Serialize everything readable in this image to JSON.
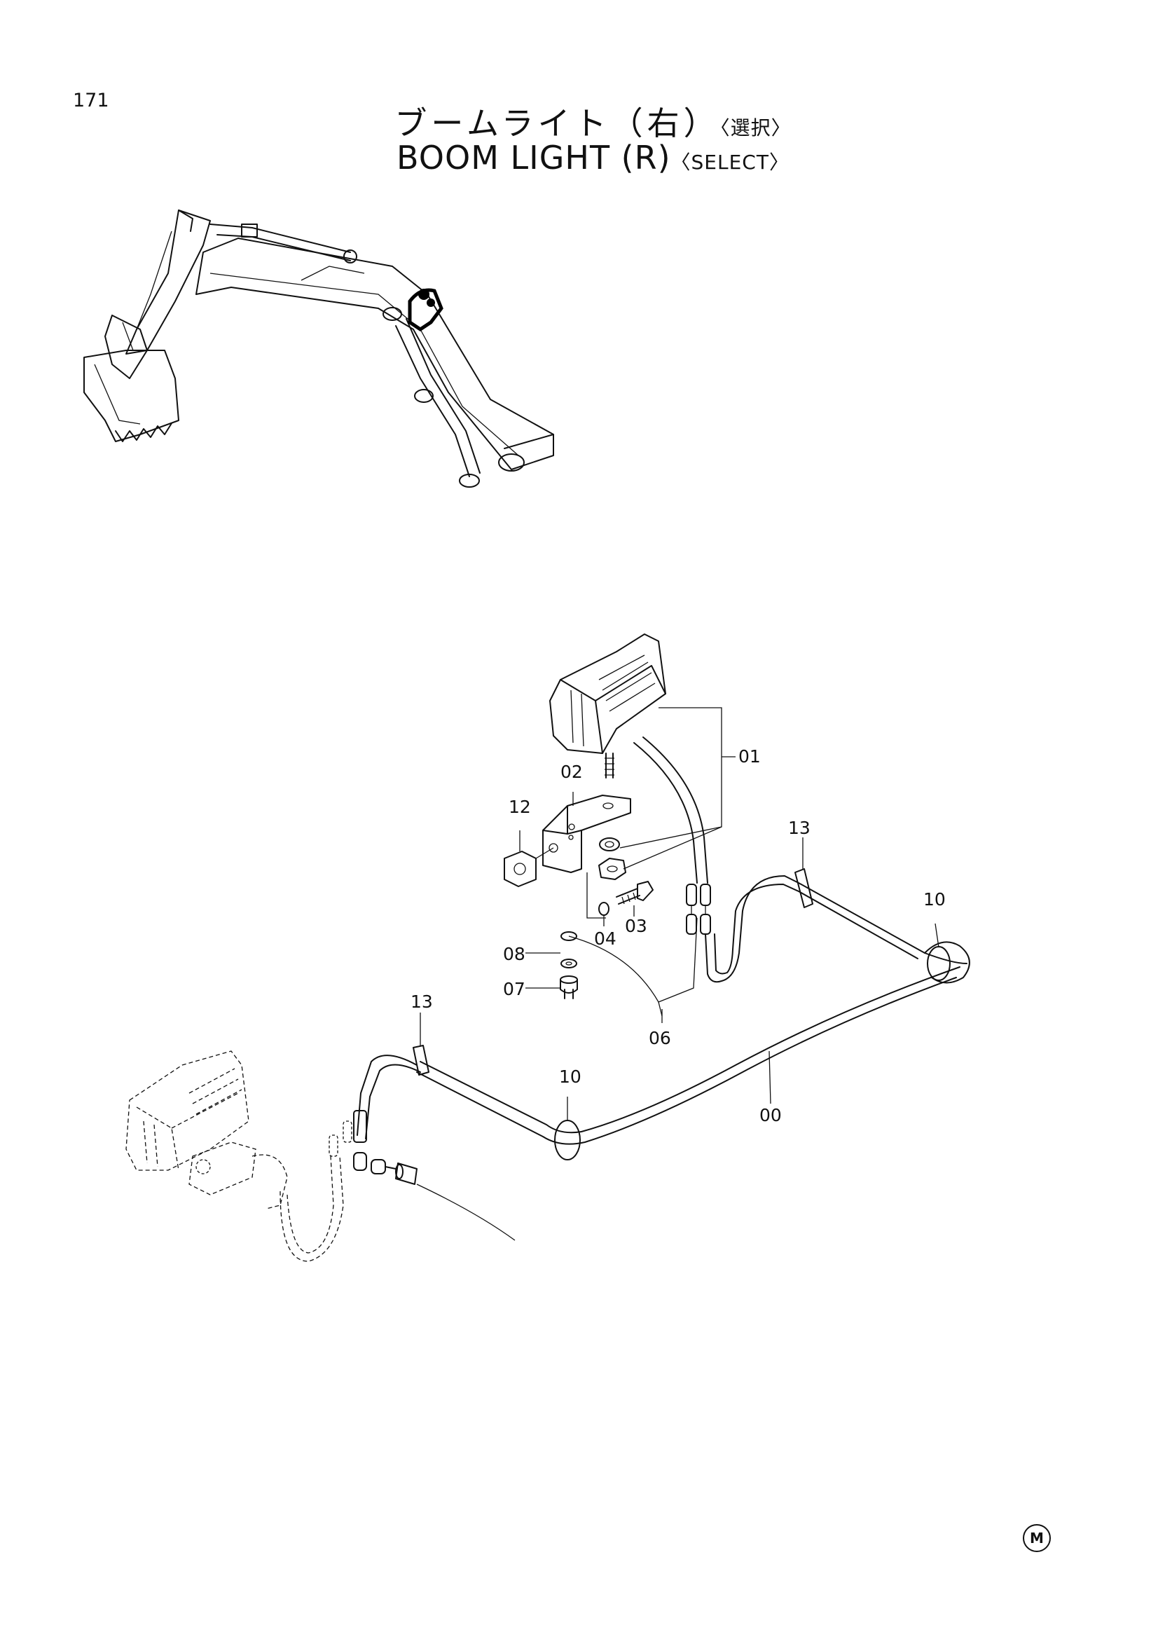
{
  "page_number": "171",
  "title_jp": "ブームライト（右）",
  "title_jp_tag": "〈選択〉",
  "title_en": "BOOM LIGHT (R)",
  "title_en_tag": "〈SELECT〉",
  "callouts": {
    "c00": "00",
    "c01": "01",
    "c02": "02",
    "c03": "03",
    "c04": "04",
    "c06": "06",
    "c07": "07",
    "c08": "08",
    "c10a": "10",
    "c10b": "10",
    "c12": "12",
    "c13a": "13",
    "c13b": "13"
  },
  "corner_mark": "M"
}
